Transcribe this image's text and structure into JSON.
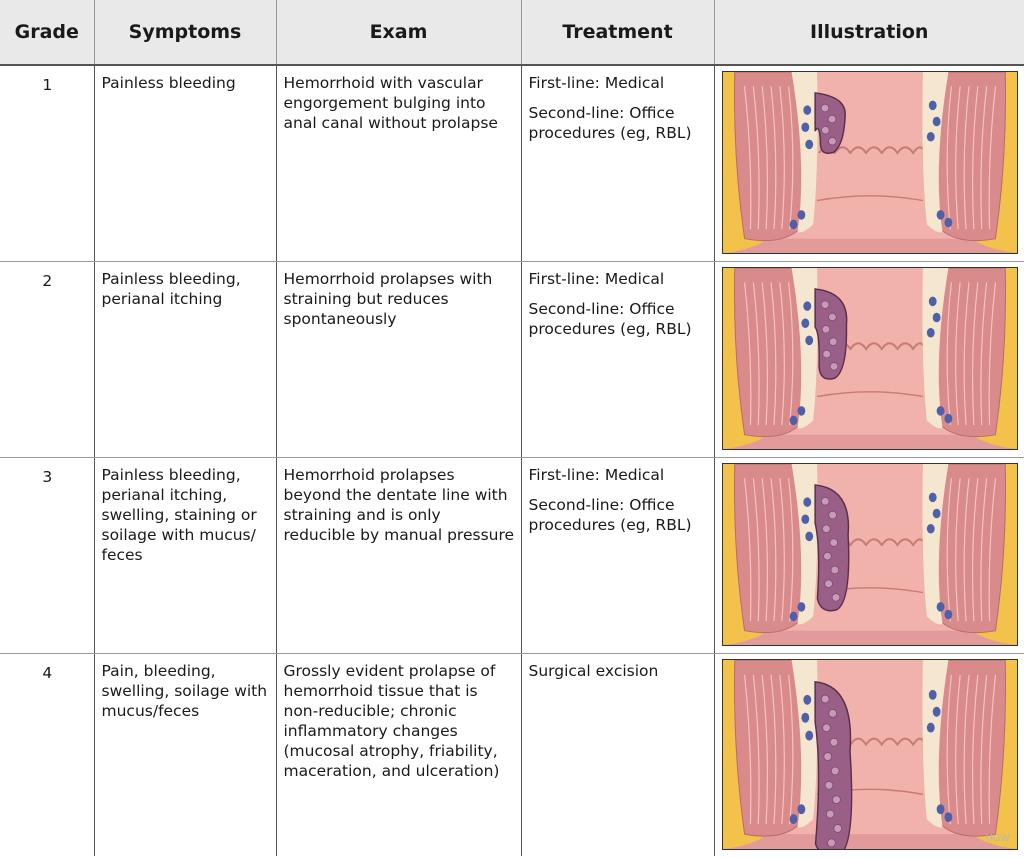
{
  "headers": [
    "Grade",
    "Symptoms",
    "Exam",
    "Treatment",
    "Illustration"
  ],
  "rows": [
    {
      "grade": "1",
      "symptoms": "Painless bleeding",
      "exam": "Hemorrhoid with vascular engorgement bulging into anal canal without prolapse",
      "treatment": [
        "First-line: Medical",
        "Second-line: Office procedures (eg, RBL)"
      ],
      "prolapse": 0.1
    },
    {
      "grade": "2",
      "symptoms": "Painless bleeding, perianal itching",
      "exam": "Hemorrhoid prolapses with straining but reduces spontaneously",
      "treatment": [
        "First-line: Medical",
        "Second-line: Office procedures (eg, RBL)"
      ],
      "prolapse": 0.35
    },
    {
      "grade": "3",
      "symptoms": "Painless bleeding, perianal itching, swelling, staining or soilage with mucus/ feces",
      "exam": "Hemorrhoid prolapses beyond the dentate line with straining and is only reducible by manual pressure",
      "treatment": [
        "First-line: Medical",
        "Second-line: Office procedures (eg, RBL)"
      ],
      "prolapse": 0.65
    },
    {
      "grade": "4",
      "symptoms": "Pain, bleeding, swelling, soilage with mucus/feces",
      "exam": "Grossly evident prolapse of hemorrhoid tissue that is non-reducible; chronic inflammatory changes (mucosal atrophy, friability, maceration, and ulceration)",
      "treatment": [
        "Surgical excision"
      ],
      "prolapse": 1.0
    }
  ],
  "watermark": "UGW",
  "colors": {
    "header_bg": "#e9e9e9",
    "fat": "#f2c24a",
    "muscle": "#d98a8a",
    "mucosa": "#f0b2aa",
    "hemorrhoid": "#9a5f86",
    "vessel": "#4f5fa8"
  }
}
